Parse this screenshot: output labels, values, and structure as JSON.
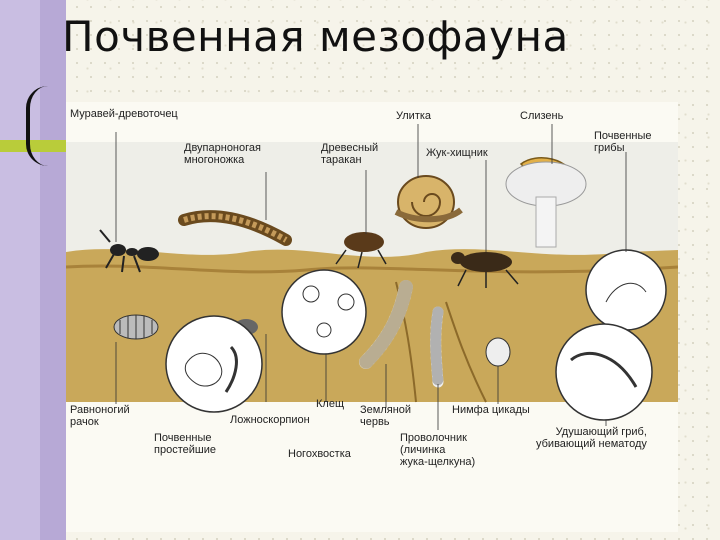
{
  "slide": {
    "title": "Почвенная мезофауна"
  },
  "labels": {
    "ant": "Муравей-древоточец",
    "millipede": "Двупарноногая\nмногоножка",
    "cockroach": "Древесный\nтаракан",
    "snail": "Улитка",
    "beetle": "Жук-хищник",
    "slug": "Слизень",
    "fungi": "Почвенные\nгрибы",
    "isopod": "Равноногий\nрачок",
    "protozoa": "Почвенные\nпростейшие",
    "springtail": "Ногохвостка",
    "mite": "Клещ",
    "pseudoscorpion": "Ложноскорпион",
    "earthworm": "Земляной\nчервь",
    "wireworm": "Проволочник\n(личинка\nжука-щелкуна)",
    "cicada": "Нимфа цикады",
    "nematode_fungus": "Удушающий гриб,\nубивающий нематоду"
  },
  "colors": {
    "sidebar": "#b7a9d6",
    "accent": "#b9cc3a",
    "soil": "#c9a85a",
    "soil_dark": "#a8823a"
  }
}
